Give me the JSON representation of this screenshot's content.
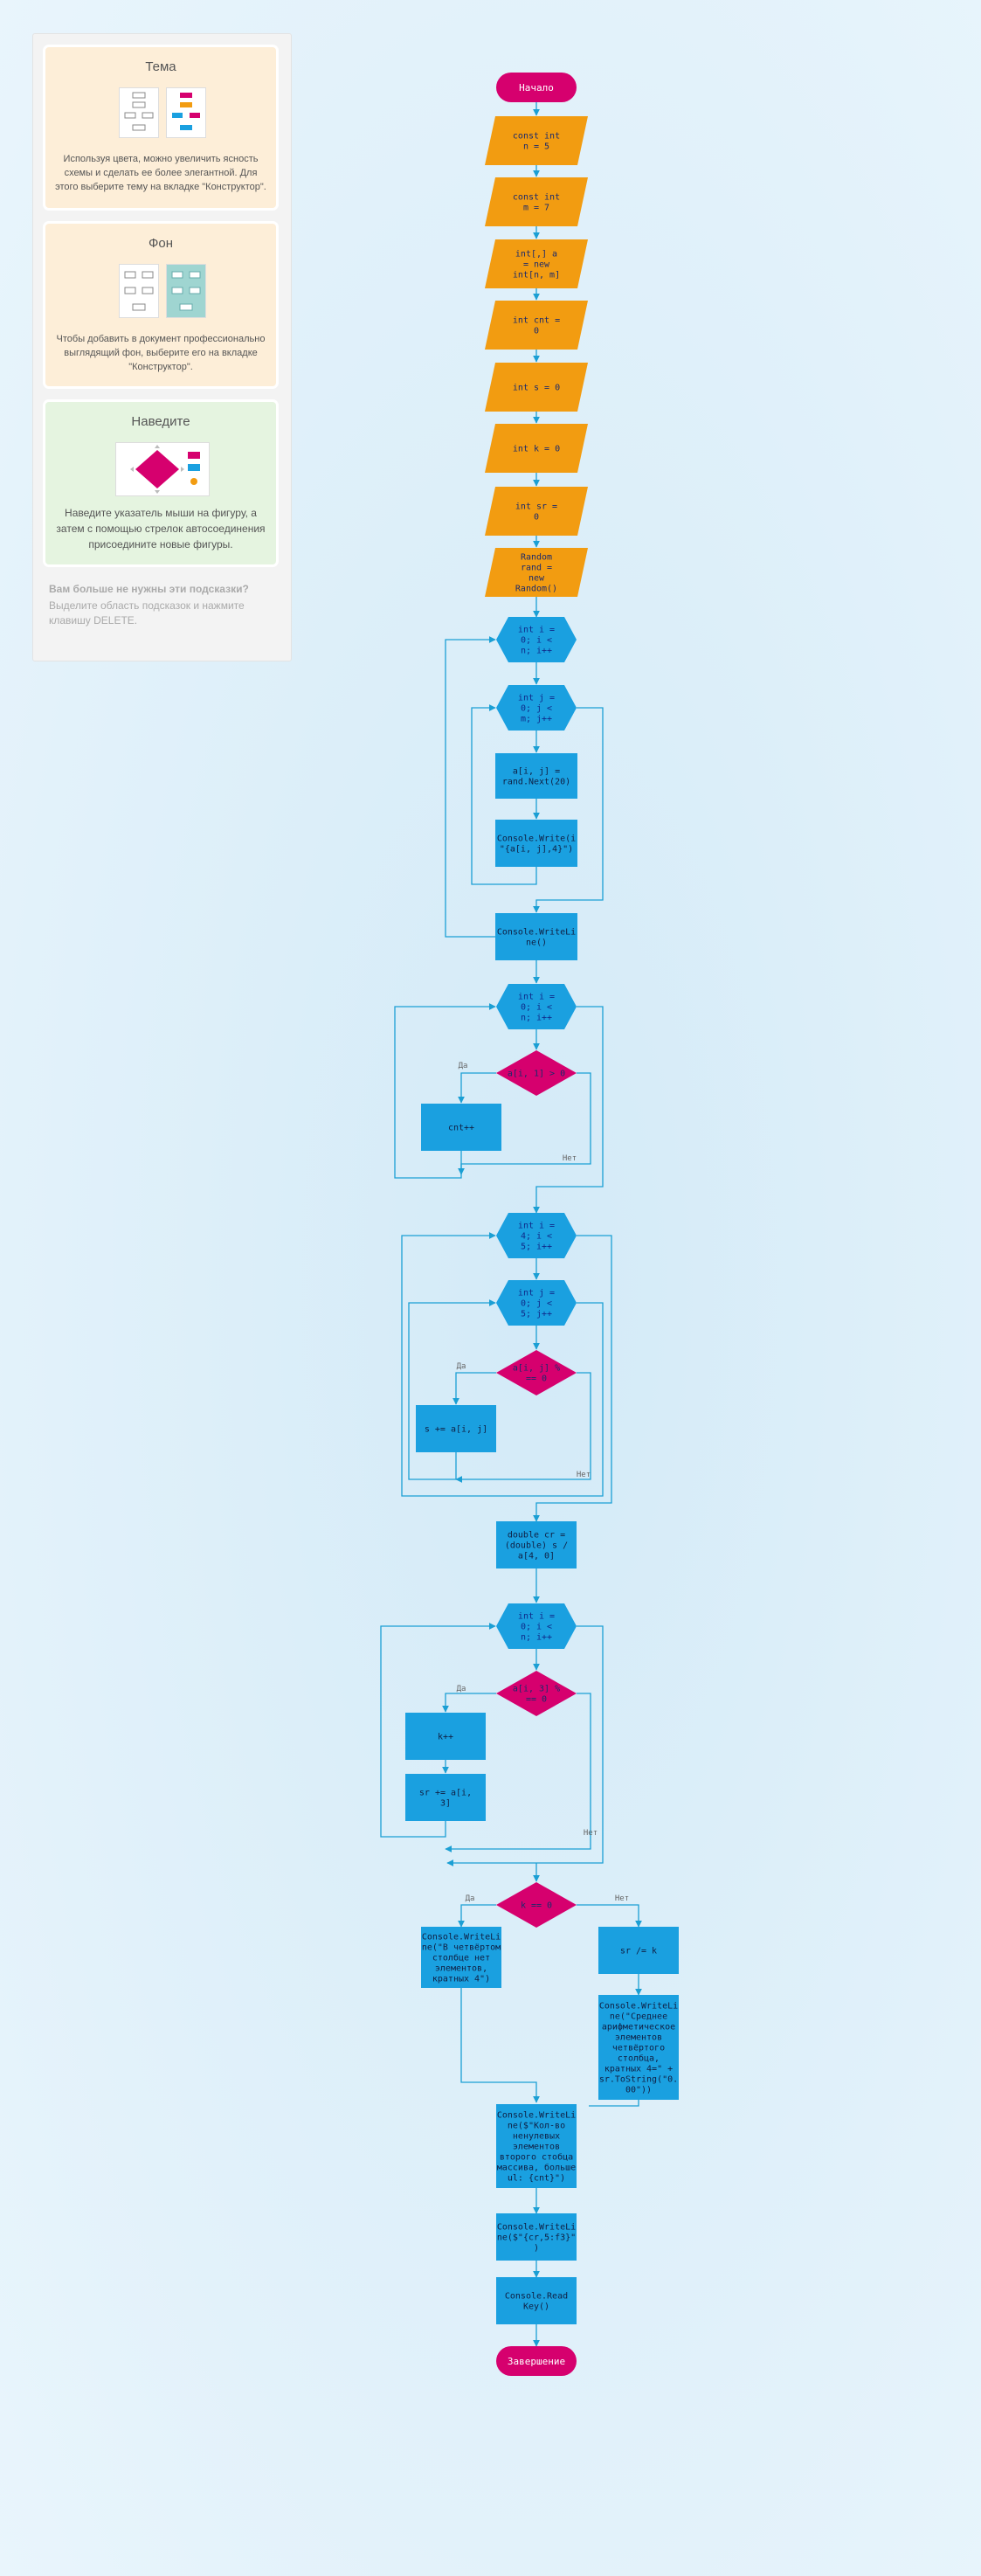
{
  "hints": {
    "theme": {
      "title": "Тема",
      "text": "Используя цвета, можно увеличить ясность схемы и сделать ее более элегантной. Для этого выберите тему на вкладке \"Конструктор\"."
    },
    "background": {
      "title": "Фон",
      "text": "Чтобы добавить в документ профессионально выглядящий фон, выберите его на вкладке \"Конструктор\"."
    },
    "hover": {
      "title": "Наведите",
      "text": "Наведите указатель мыши на фигуру, а затем с помощью стрелок автосоединения присоедините новые фигуры."
    },
    "footer_title": "Вам больше не нужны эти подсказки?",
    "footer_text": "Выделите область подсказок и нажмите клавишу DELETE."
  },
  "colors": {
    "terminator": "#d6006e",
    "io": "#f29c11",
    "process": "#1aa0e0",
    "loop": "#1aa0e0",
    "decision": "#d6006e",
    "connector": "#1b9fd4"
  },
  "flowchart": {
    "start": "Начало",
    "end": "Завершение",
    "yes": "Да",
    "no": "Нет",
    "nodes": {
      "const_n": [
        "const int",
        "n = 5"
      ],
      "const_m": [
        "const int",
        "m = 7"
      ],
      "array": [
        "int[,] a",
        "= new",
        "int[n, m]"
      ],
      "cnt": [
        "int cnt =",
        "0"
      ],
      "s": [
        "int s = 0"
      ],
      "k": [
        "int k = 0"
      ],
      "sr": [
        "int sr =",
        "0"
      ],
      "rand": [
        "Random",
        "rand =",
        "new",
        "Random()"
      ],
      "loop1_i": [
        "int i =",
        "0; i <",
        "n; i++"
      ],
      "loop1_j": [
        "int j =",
        "0; j <",
        "m; j++"
      ],
      "assign": [
        "a[i, j] =",
        "rand.Next(20)"
      ],
      "write1": [
        "Console.Write(i",
        "\"{a[i, j],4}\")"
      ],
      "writeline1": [
        "Console.WriteLi",
        "ne()"
      ],
      "loop2_i": [
        "int i =",
        "0; i <",
        "n; i++"
      ],
      "cond1": [
        "a[i, 1] > 0"
      ],
      "cntpp": [
        "cnt++"
      ],
      "loop3_i": [
        "int i =",
        "4; i <",
        "5; i++"
      ],
      "loop3_j": [
        "int j =",
        "0; j <",
        "5; j++"
      ],
      "cond2": [
        "a[i, j] %",
        "== 0"
      ],
      "sadd": [
        "s += a[i, j]"
      ],
      "cr": [
        "double cr =",
        "(double) s /",
        "a[4, 0]"
      ],
      "loop4_i": [
        "int i =",
        "0; i <",
        "n; i++"
      ],
      "cond3": [
        "a[i, 3] %",
        "== 0"
      ],
      "kpp": [
        "k++"
      ],
      "sradd": [
        "sr += a[i,",
        "3]"
      ],
      "cond4": [
        "k == 0"
      ],
      "out_none": [
        "Console.WriteLi",
        "ne(\"В четвёртом",
        "столбце нет",
        "элементов,",
        "кратных 4\")"
      ],
      "srdiv": [
        "sr /= k"
      ],
      "out_avg": [
        "Console.WriteLi",
        "ne(\"Среднее",
        "арифметическое",
        "элементов",
        "четвёртого",
        "столбца,",
        "кратных 4=\" +",
        "sr.ToString(\"0.",
        "00\"))"
      ],
      "out_cnt": [
        "Console.WriteLi",
        "ne($\"Кол-во",
        "ненулевых",
        "элементов",
        "второго стобца",
        "массива, больше",
        "ul: {cnt}\")"
      ],
      "out_cr": [
        "Console.WriteLi",
        "ne($\"{cr,5:f3}\"",
        ")"
      ],
      "readkey": [
        "Console.Read",
        "Key()"
      ]
    }
  }
}
